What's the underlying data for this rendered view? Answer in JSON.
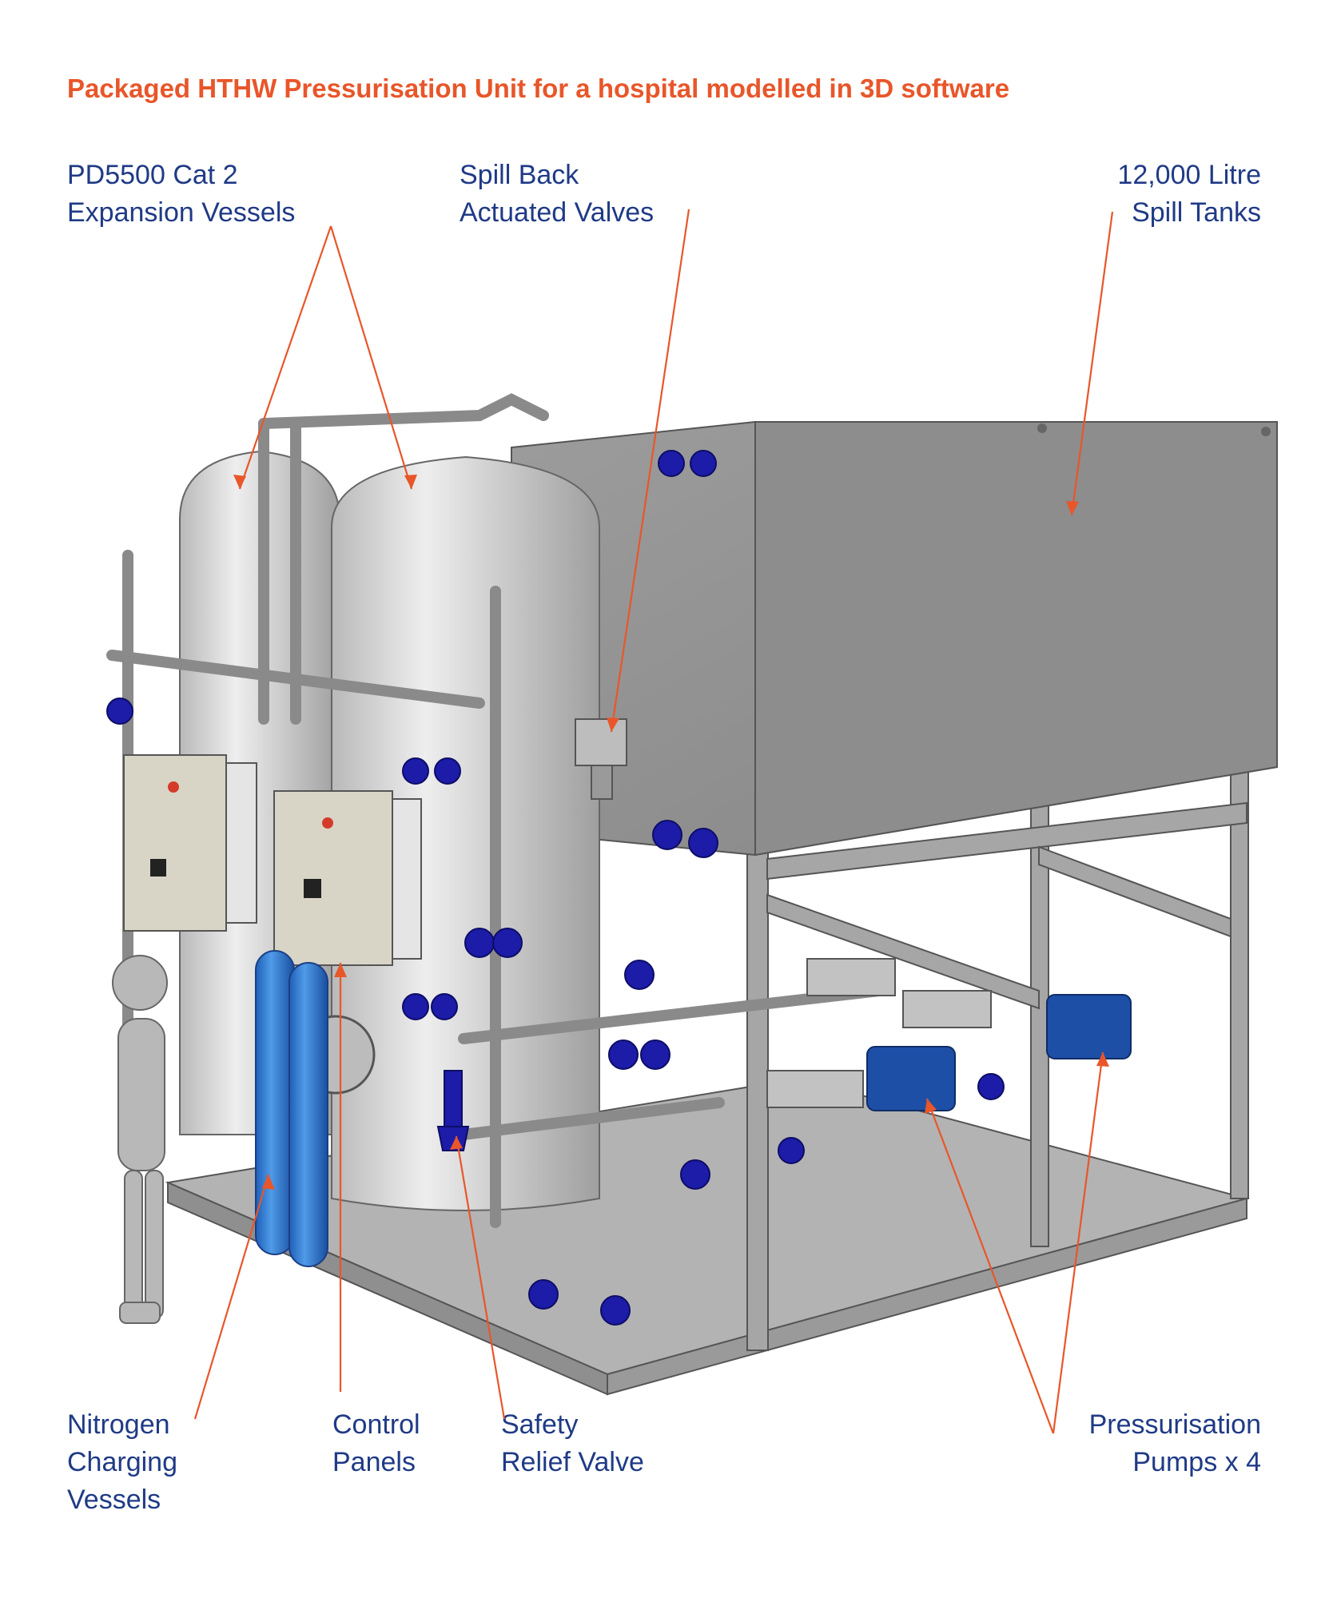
{
  "title": "Packaged HTHW Pressurisation Unit for a hospital modelled in 3D software",
  "colors": {
    "title": "#e8562a",
    "label_text": "#1f3a86",
    "leader_lines": "#e8562a",
    "tank": "#8d8d8d",
    "vessel": "#d2d2d2",
    "frame": "#a6a6a6",
    "valve": "#1c1ca8",
    "pump": "#1e4fa6",
    "nitrogen": "#2f7fd6",
    "panel": "#d8d5c6"
  },
  "labels": {
    "expansion_vessels": [
      "PD5500 Cat 2",
      "Expansion Vessels"
    ],
    "spill_back_valves": [
      "Spill Back",
      "Actuated Valves"
    ],
    "spill_tanks": [
      "12,000 Litre",
      "Spill Tanks"
    ],
    "nitrogen_vessels": [
      "Nitrogen",
      "Charging",
      "Vessels"
    ],
    "control_panels": [
      "Control",
      "Panels"
    ],
    "safety_valve": [
      "Safety",
      "Relief Valve"
    ],
    "pumps": [
      "Pressurisation",
      "Pumps x 4"
    ]
  }
}
